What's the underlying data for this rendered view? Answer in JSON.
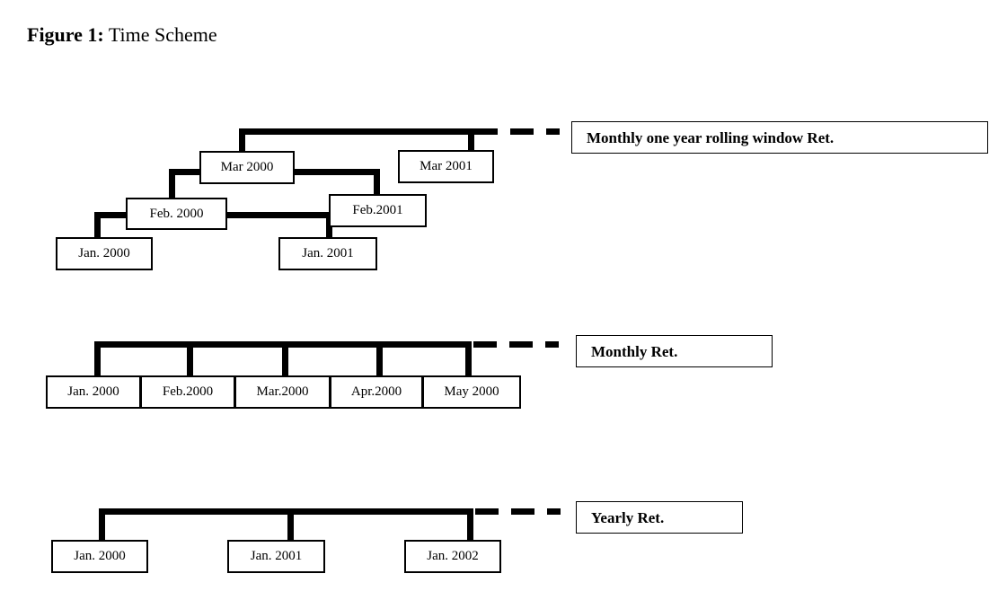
{
  "figure": {
    "caption_label": "Figure 1:",
    "caption_text": " Time Scheme"
  },
  "colors": {
    "line": "#000000",
    "box_border": "#000000",
    "background": "#ffffff"
  },
  "sections": {
    "rolling": {
      "legend_label": "Monthly one year rolling window Ret.",
      "boxes": [
        {
          "label": "Jan. 2000"
        },
        {
          "label": "Feb. 2000"
        },
        {
          "label": "Mar 2000"
        },
        {
          "label": "Jan. 2001"
        },
        {
          "label": "Feb.2001"
        },
        {
          "label": "Mar 2001"
        }
      ]
    },
    "monthly": {
      "legend_label": "Monthly Ret.",
      "boxes": [
        {
          "label": "Jan. 2000"
        },
        {
          "label": "Feb.2000"
        },
        {
          "label": "Mar.2000"
        },
        {
          "label": "Apr.2000"
        },
        {
          "label": "May 2000"
        }
      ]
    },
    "yearly": {
      "legend_label": "Yearly Ret.",
      "boxes": [
        {
          "label": "Jan. 2000"
        },
        {
          "label": "Jan. 2001"
        },
        {
          "label": "Jan. 2002"
        }
      ]
    }
  }
}
